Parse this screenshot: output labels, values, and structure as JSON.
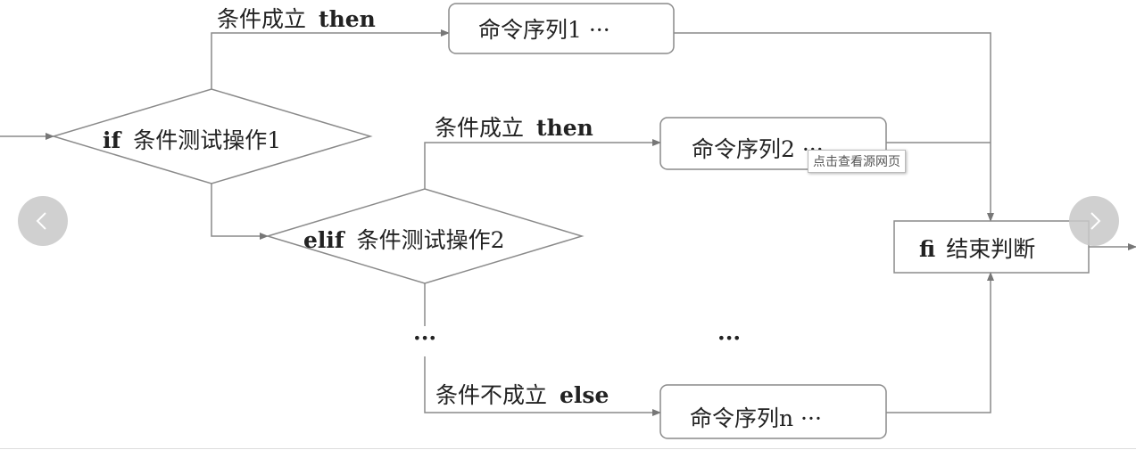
{
  "diagram": {
    "start_branch_label": {
      "cn": "条件成立",
      "kw": "then"
    },
    "cmd1": "命令序列1 ···",
    "if_node": {
      "kw": "if",
      "cn": "条件测试操作1"
    },
    "elif_branch_label": {
      "cn": "条件成立",
      "kw": "then"
    },
    "cmd2": "命令序列2 ···",
    "elif_node": {
      "kw": "elif",
      "cn": "条件测试操作2"
    },
    "ellipsis_left": "···",
    "ellipsis_mid": "···",
    "else_branch_label": {
      "cn": "条件不成立",
      "kw": "else"
    },
    "cmdn": "命令序列n ···",
    "fi_node": {
      "kw": "fi",
      "cn": "结束判断"
    }
  },
  "viewer": {
    "tooltip": "点击查看源网页",
    "prev_icon": "chevron-left-icon",
    "next_icon": "chevron-right-icon"
  },
  "colors": {
    "line": "#8a8a8a",
    "nav_bg": "#c8c8c8"
  }
}
